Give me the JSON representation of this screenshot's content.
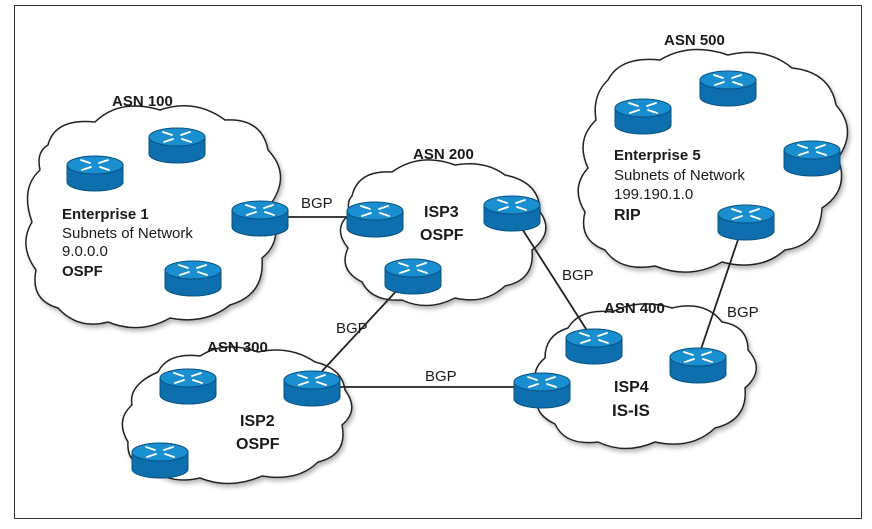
{
  "asn_labels": {
    "asn100": "ASN 100",
    "asn200": "ASN 200",
    "asn300": "ASN 300",
    "asn400": "ASN 400",
    "asn500": "ASN 500"
  },
  "enterprise1": {
    "title": "Enterprise 1",
    "subtitle": "Subnets of Network",
    "network": "9.0.0.0",
    "protocol": "OSPF"
  },
  "enterprise5": {
    "title": "Enterprise 5",
    "subtitle": "Subnets of Network",
    "network": "199.190.1.0",
    "protocol": "RIP"
  },
  "isp3": {
    "name": "ISP3",
    "protocol": "OSPF"
  },
  "isp2": {
    "name": "ISP2",
    "protocol": "OSPF"
  },
  "isp4": {
    "name": "ISP4",
    "protocol": "IS-IS"
  },
  "links": {
    "ent1_isp3": "BGP",
    "isp3_isp4": "BGP",
    "isp3_isp2": "BGP",
    "isp2_isp4": "BGP",
    "isp4_ent5": "BGP"
  },
  "colors": {
    "router_top": "#1a8fd0",
    "router_body": "#0d6fae",
    "router_dark": "#085281",
    "cloud_stroke": "#222222",
    "link": "#222222"
  }
}
